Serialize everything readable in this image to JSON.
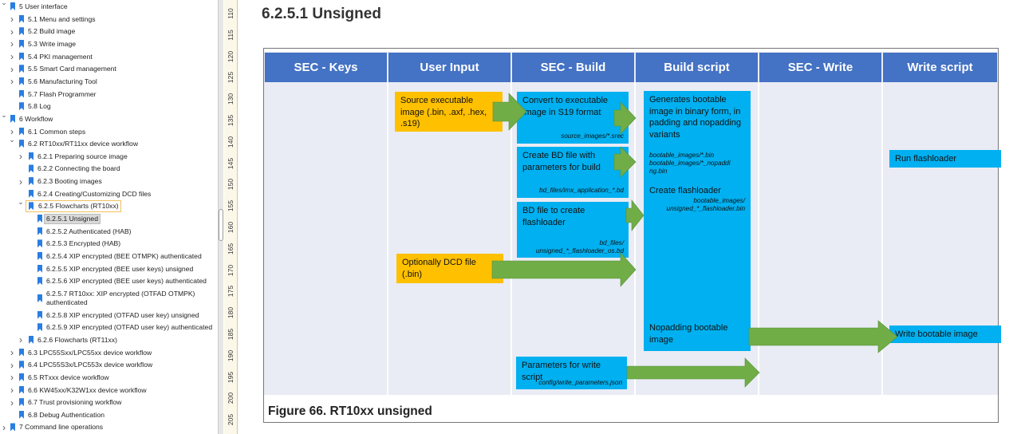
{
  "sidebar": {
    "items": [
      {
        "label": "5  User interface",
        "level": 0,
        "chev": "v"
      },
      {
        "label": "5.1  Menu and settings",
        "level": 1,
        "chev": ">"
      },
      {
        "label": "5.2  Build image",
        "level": 1,
        "chev": ">"
      },
      {
        "label": "5.3  Write image",
        "level": 1,
        "chev": ">"
      },
      {
        "label": "5.4  PKI management",
        "level": 1,
        "chev": ">"
      },
      {
        "label": "5.5  Smart Card management",
        "level": 1,
        "chev": ">"
      },
      {
        "label": "5.6  Manufacturing Tool",
        "level": 1,
        "chev": ">"
      },
      {
        "label": "5.7  Flash Programmer",
        "level": 1,
        "chev": ""
      },
      {
        "label": "5.8  Log",
        "level": 1,
        "chev": ""
      },
      {
        "label": "6  Workflow",
        "level": 0,
        "chev": "v"
      },
      {
        "label": "6.1  Common steps",
        "level": 1,
        "chev": ">"
      },
      {
        "label": "6.2  RT10xx/RT11xx device workflow",
        "level": 1,
        "chev": "v"
      },
      {
        "label": "6.2.1  Preparing source image",
        "level": 2,
        "chev": ">"
      },
      {
        "label": "6.2.2  Connecting the board",
        "level": 2,
        "chev": ""
      },
      {
        "label": "6.2.3  Booting images",
        "level": 2,
        "chev": ">"
      },
      {
        "label": "6.2.4  Creating/Customizing DCD files",
        "level": 2,
        "chev": ""
      },
      {
        "label": "6.2.5  Flowcharts (RT10xx)",
        "level": 2,
        "chev": "v",
        "state": "focused"
      },
      {
        "label": "6.2.5.1  Unsigned",
        "level": 3,
        "chev": "",
        "state": "selected"
      },
      {
        "label": "6.2.5.2  Authenticated (HAB)",
        "level": 3,
        "chev": ""
      },
      {
        "label": "6.2.5.3  Encrypted (HAB)",
        "level": 3,
        "chev": ""
      },
      {
        "label": "6.2.5.4  XIP encrypted (BEE OTMPK) authenticated",
        "level": 3,
        "chev": ""
      },
      {
        "label": "6.2.5.5  XIP encrypted (BEE user keys) unsigned",
        "level": 3,
        "chev": ""
      },
      {
        "label": "6.2.5.6  XIP encrypted (BEE user keys) authenticated",
        "level": 3,
        "chev": ""
      },
      {
        "label": "6.2.5.7  RT10xx: XIP encrypted (OTFAD OTMPK)",
        "label2": "authenticated",
        "level": 3,
        "chev": ""
      },
      {
        "label": "6.2.5.8  XIP encrypted (OTFAD user key) unsigned",
        "level": 3,
        "chev": ""
      },
      {
        "label": "6.2.5.9  XIP encrypted (OTFAD user key) authenticated",
        "level": 3,
        "chev": ""
      },
      {
        "label": "6.2.6  Flowcharts (RT11xx)",
        "level": 2,
        "chev": ">"
      },
      {
        "label": "6.3  LPC55Sxx/LPC55xx device workflow",
        "level": 1,
        "chev": ">"
      },
      {
        "label": "6.4  LPC55S3x/LPC553x device workflow",
        "level": 1,
        "chev": ">"
      },
      {
        "label": "6.5  RTxxx device workflow",
        "level": 1,
        "chev": ">"
      },
      {
        "label": "6.6  KW45xx/K32W1xx device workflow",
        "level": 1,
        "chev": ">"
      },
      {
        "label": "6.7  Trust provisioning workflow",
        "level": 1,
        "chev": ">"
      },
      {
        "label": "6.8  Debug Authentication",
        "level": 1,
        "chev": ""
      },
      {
        "label": "7  Command line operations",
        "level": 0,
        "chev": ">"
      }
    ]
  },
  "ruler": {
    "labels": [
      "110",
      "115",
      "120",
      "125",
      "130",
      "135",
      "140",
      "145",
      "150",
      "155",
      "160",
      "165",
      "170",
      "175",
      "180",
      "185",
      "190",
      "195",
      "200",
      "205"
    ]
  },
  "doc": {
    "title": "6.2.5.1  Unsigned",
    "caption": "Figure 66.  RT10xx unsigned",
    "columns": [
      "SEC - Keys",
      "User Input",
      "SEC - Build",
      "Build script",
      "SEC - Write",
      "Write script"
    ],
    "boxes": {
      "source": "Source  executable image (.bin, .axf, .hex, .s19)",
      "dcd": "Optionally DCD file (.bin)",
      "convert": "Convert to executable image in S19 format",
      "convert_path": "source_images/*.srec",
      "bd": "Create BD file with parameters for build",
      "bd_path": "bd_files/imx_application_*.bd",
      "bdfl": "BD file to create flashloader",
      "bdfl_path1": "bd_files/",
      "bdfl_path2": "unsigned_*_flashloader_os.bd",
      "gen": "Generates bootable image in binary form, in padding and nopadding variants",
      "gen_path1": "bootable_images/*.bin",
      "gen_path2": "bootable_images/*_nopaddi",
      "gen_path3": "ng.bin",
      "create_fl": "Create flashloader",
      "create_fl_path1": "bootable_images/",
      "create_fl_path2": "unsigned_*_flashloader.bin",
      "nopad": "Nopadding bootable image",
      "params": "Parameters for write script",
      "params_path": "config/write_parameters.json",
      "run_fl": "Run flashloader",
      "write_img": "Write bootable image"
    }
  },
  "colors": {
    "header": "#4472c4",
    "blue_box": "#00b0f0",
    "orange_box": "#ffc000",
    "arrow": "#70ad47",
    "diagram_bg": "#e9ecf4"
  }
}
